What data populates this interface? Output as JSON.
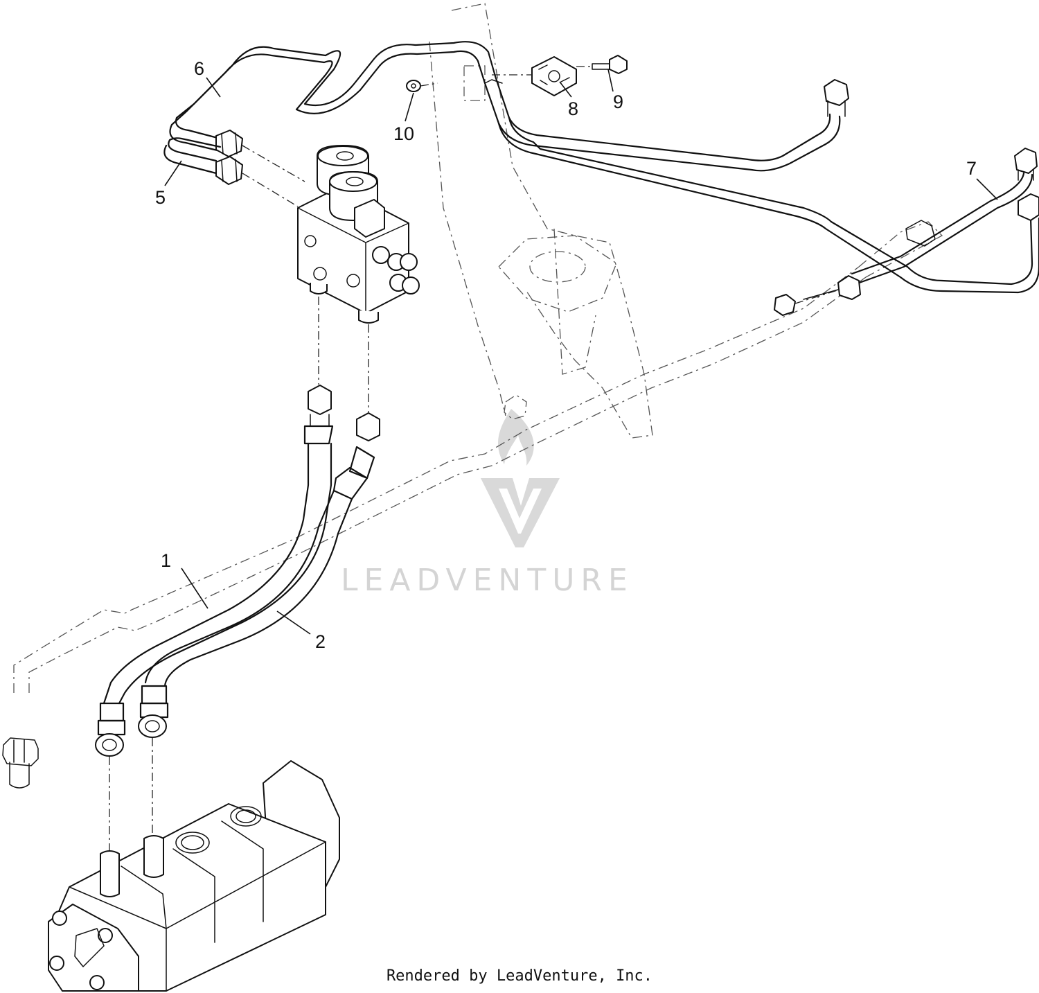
{
  "callouts": [
    {
      "id": "1",
      "label": "1"
    },
    {
      "id": "2",
      "label": "2"
    },
    {
      "id": "5",
      "label": "5"
    },
    {
      "id": "6",
      "label": "6"
    },
    {
      "id": "7",
      "label": "7"
    },
    {
      "id": "8",
      "label": "8"
    },
    {
      "id": "9",
      "label": "9"
    },
    {
      "id": "10",
      "label": "10"
    }
  ],
  "watermark": {
    "text": "LEADVENTURE"
  },
  "footer": {
    "credit": "Rendered by LeadVenture, Inc."
  }
}
